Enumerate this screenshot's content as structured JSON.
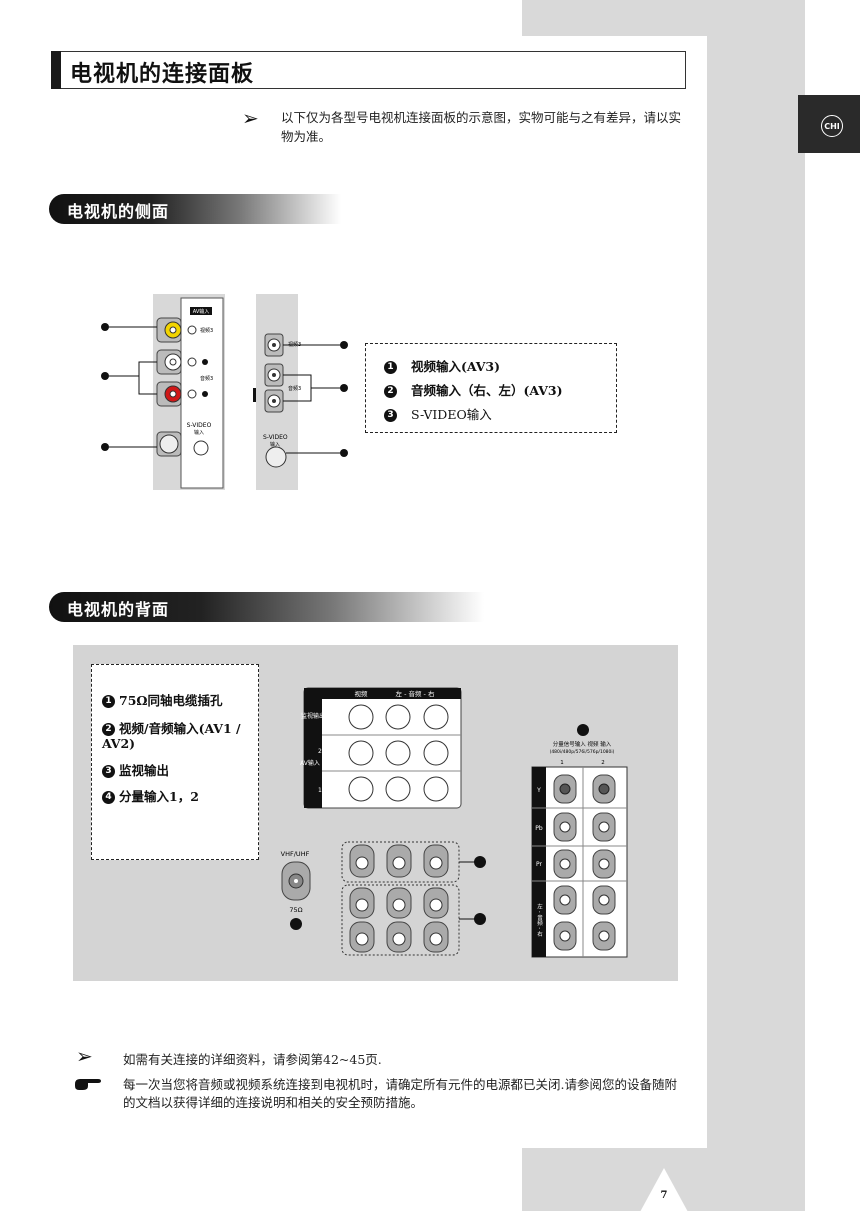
{
  "page": {
    "title": "电视机的连接面板",
    "language_badge": "CHI",
    "page_number": "7"
  },
  "intro_note": "以下仅为各型号电视机连接面板的示意图，实物可能与之有差异，请以实物为准。",
  "side_section": {
    "heading": "电视机的侧面",
    "panel_labels": {
      "av_input": "AV输入",
      "video3": "视频3",
      "audio3": "音频3",
      "svideo": "S-VIDEO",
      "input": "输入",
      "side_video": "视频3",
      "side_audio": "音频3"
    },
    "legend": [
      {
        "num": "1",
        "text": "视频输入(AV3)"
      },
      {
        "num": "2",
        "text": "音频输入（右、左）(AV3)"
      },
      {
        "num": "3",
        "text": "S-VIDEO输入"
      }
    ]
  },
  "rear_section": {
    "heading": "电视机的背面",
    "legend": [
      {
        "num": "1",
        "text": "75Ω同轴电缆插孔"
      },
      {
        "num": "2",
        "text": "视频/音频输入(AV1 / AV2)"
      },
      {
        "num": "3",
        "text": "监视输出"
      },
      {
        "num": "4",
        "text": "分量输入1，2"
      }
    ],
    "panel": {
      "video": "视频",
      "audio": "左 - 音频 - 右",
      "monitor_out": "监视输出",
      "av_in": "AV输入",
      "row2": "2",
      "row1": "1"
    },
    "antenna": {
      "label": "VHF/UHF",
      "ohm": "75Ω"
    },
    "component": {
      "title": "分量信号输入 视频 输入",
      "formats": "(480i/480p/576i/576p/1080i)",
      "col1": "1",
      "col2": "2",
      "rows": [
        "Y",
        "Pb",
        "Pr",
        "左 - 音频 - 右"
      ]
    }
  },
  "footer_notes": {
    "reference": "如需有关连接的详细资料，请参阅第42~45页.",
    "warning": "每一次当您将音频或视频系统连接到电视机时，请确定所有元件的电源都已关闭.请参阅您的设备随附的文档以获得详细的连接说明和相关的安全预防措施。"
  }
}
